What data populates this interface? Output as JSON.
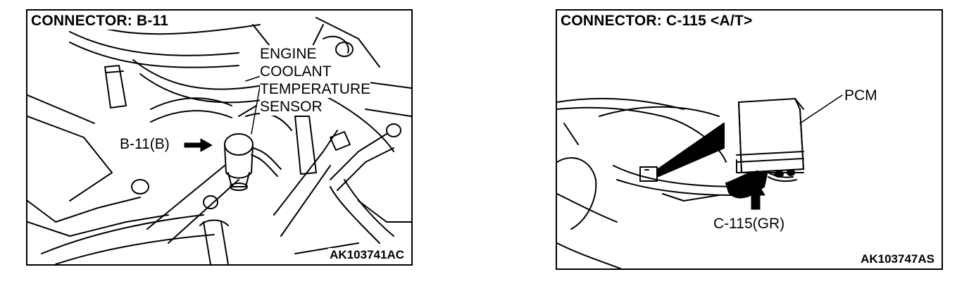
{
  "left_panel": {
    "title": "CONNECTOR: B-11",
    "component_label": [
      "ENGINE",
      "COOLANT",
      "TEMPERATURE",
      "SENSOR"
    ],
    "connector_callout": "B-11(B)",
    "figure_code": "AK103741AC"
  },
  "right_panel": {
    "title": "CONNECTOR: C-115 <A/T>",
    "component_label": "PCM",
    "connector_callout": "C-115(GR)",
    "figure_code": "AK103747AS"
  }
}
